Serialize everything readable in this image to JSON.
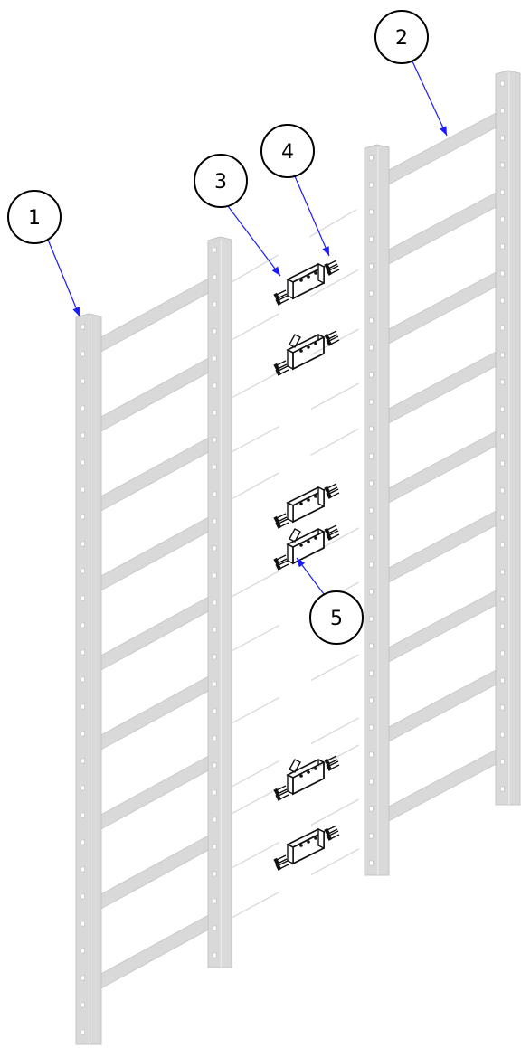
{
  "diagram": {
    "colors": {
      "ladder": "#d9d9d9",
      "ladder_edge": "#c4c4c4",
      "hole": "#ffffff",
      "splice_line": "#d6d6d6",
      "bracket": "#111111",
      "leader": "#1a1aff",
      "callout_circle": "#000000"
    },
    "callouts": [
      {
        "id": "c1",
        "label": "1",
        "target": "ladder-section-left"
      },
      {
        "id": "c2",
        "label": "2",
        "target": "ladder-section-right"
      },
      {
        "id": "c3",
        "label": "3",
        "target": "splice-bracket"
      },
      {
        "id": "c4",
        "label": "4",
        "target": "bolt-set"
      },
      {
        "id": "c5",
        "label": "5",
        "target": "splice-bracket-open"
      }
    ]
  }
}
